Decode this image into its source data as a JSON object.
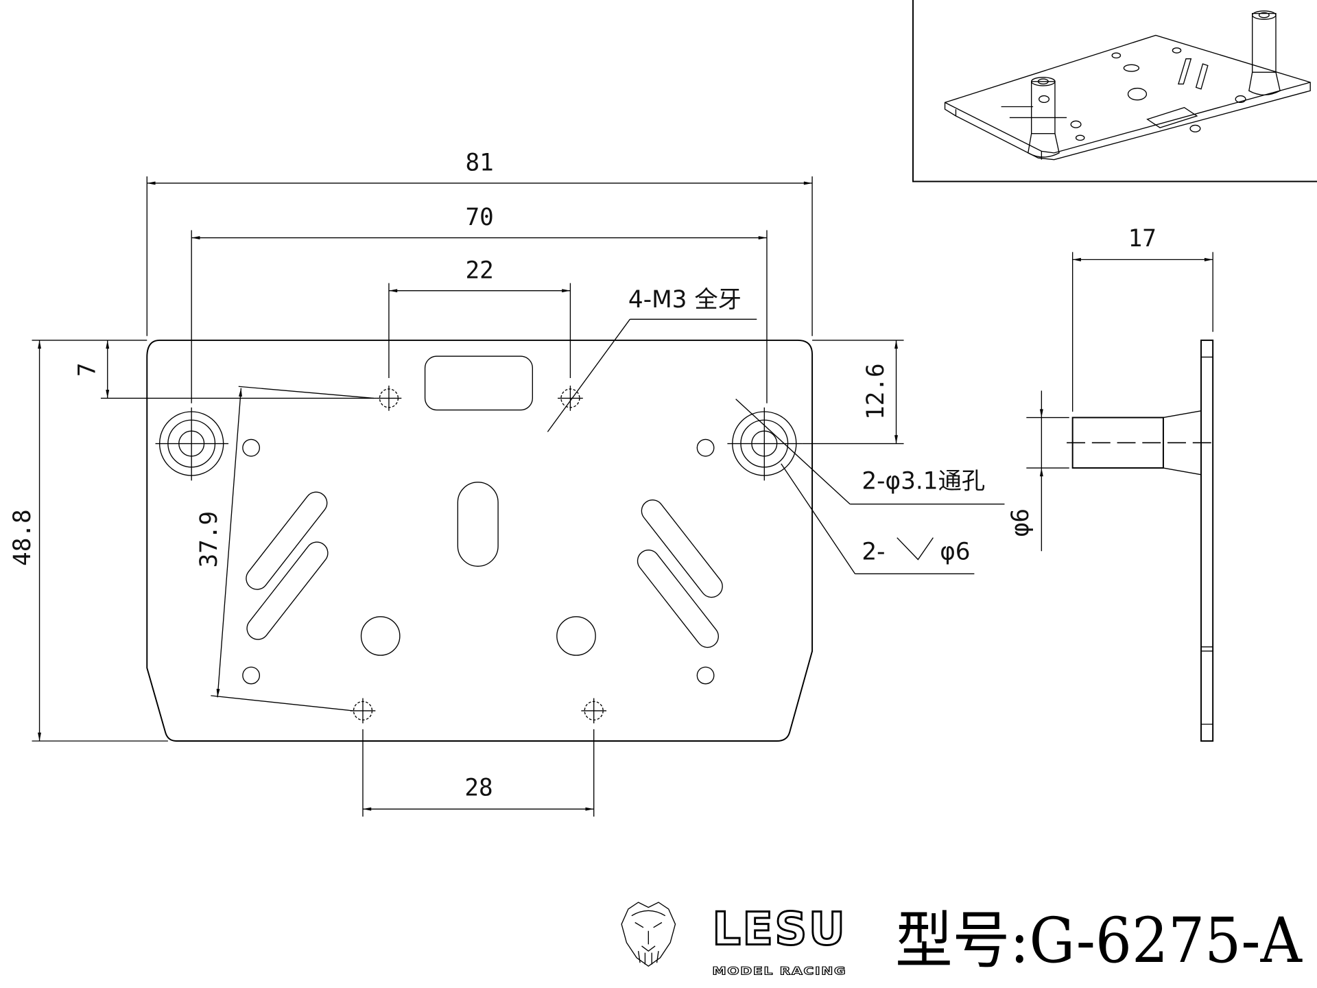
{
  "drawing": {
    "model_label": "型号:G-6275-A",
    "brand": {
      "name": "LESU",
      "subtitle": "MODEL RACING"
    },
    "dimensions": {
      "overall_width": "81",
      "outer_hole_spacing": "70",
      "top_thread_spacing": "22",
      "bottom_thread_spacing": "28",
      "overall_height": "48.8",
      "top_offset": "7",
      "diagonal_spacing": "37.9",
      "right_offset": "12.6",
      "standoff_height": "17",
      "standoff_diameter": "φ6"
    },
    "callouts": {
      "thread_holes": "4-M3 全牙",
      "through_holes": "2-φ3.1通孔",
      "countersink_prefix": "2-",
      "countersink_size": "φ6"
    },
    "colors": {
      "line": "#000000",
      "background": "#ffffff"
    }
  }
}
